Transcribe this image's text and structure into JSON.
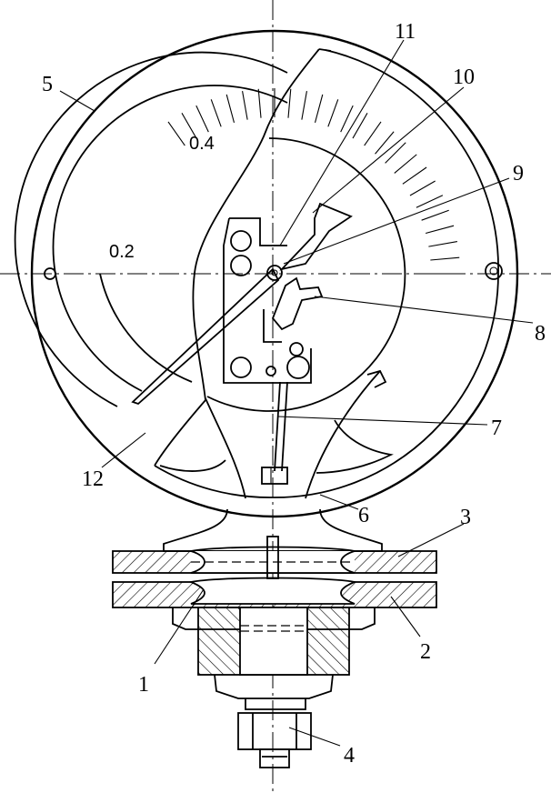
{
  "scale_labels": {
    "low": "0.2",
    "high": "0.4"
  },
  "part_labels": {
    "p1": "1",
    "p2": "2",
    "p3": "3",
    "p4": "4",
    "p5": "5",
    "p6": "6",
    "p7": "7",
    "p8": "8",
    "p9": "9",
    "p10": "10",
    "p11": "11",
    "p12": "12"
  }
}
